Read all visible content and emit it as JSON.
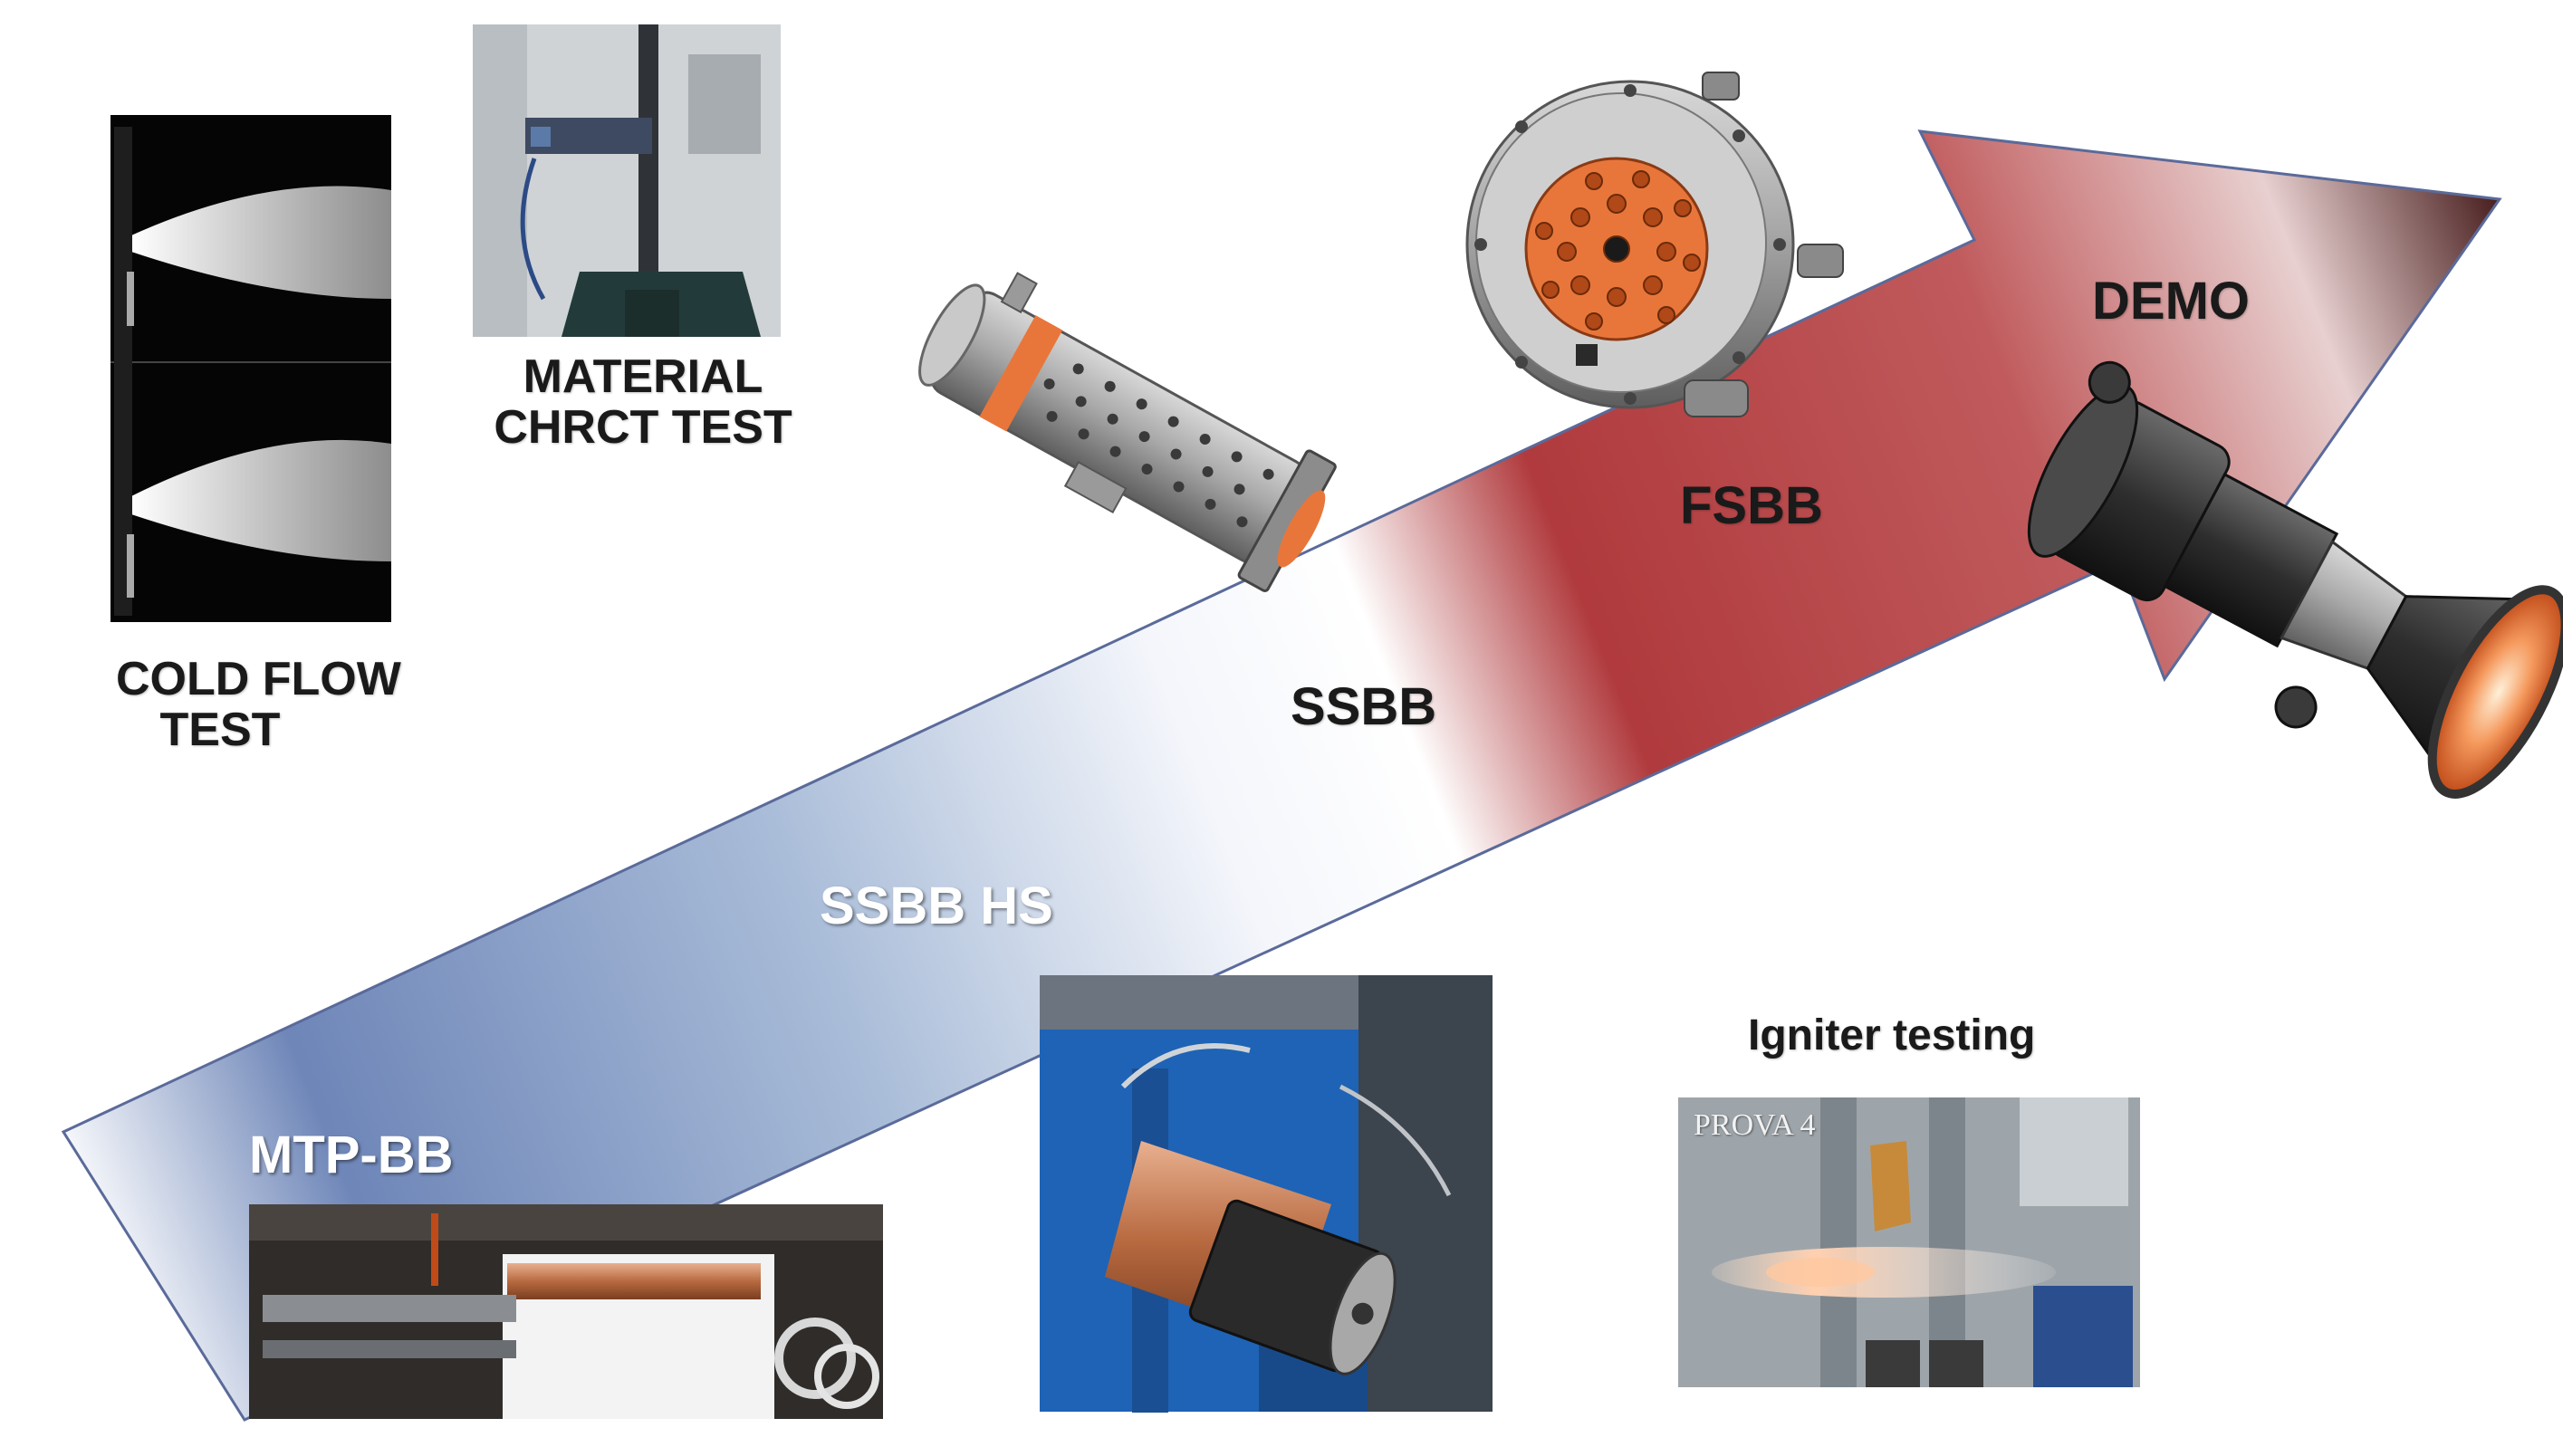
{
  "labels": {
    "cold_flow": [
      "COLD FLOW",
      "TEST"
    ],
    "material": [
      "MATERIAL",
      "CHRCT TEST"
    ],
    "ssbb": "SSBB",
    "fsbb": "FSBB",
    "demo": "DEMO",
    "ssbb_hs": "SSBB HS",
    "mtp_bb": "MTP-BB",
    "igniter": "Igniter testing",
    "prova": "PROVA 4"
  },
  "colors": {
    "arrow_start": "#6e86b8",
    "arrow_mid": "#ffffff",
    "arrow_end": "#9c2b30",
    "arrow_tip": "#4a2020",
    "hardware_orange": "#e8763a",
    "test_rig_blue": "#1e63b5"
  }
}
